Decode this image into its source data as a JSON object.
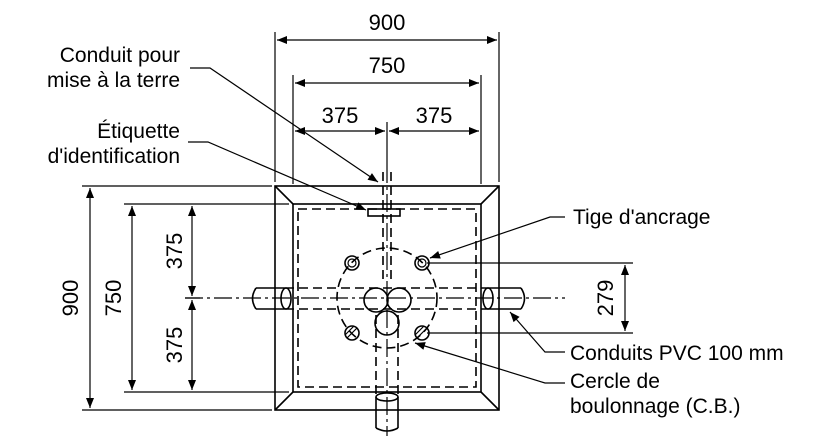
{
  "dimensions": {
    "overall_width": "900",
    "inner_width": "750",
    "left_half": "375",
    "right_half": "375",
    "overall_height": "900",
    "inner_height": "750",
    "upper_half": "375",
    "lower_half": "375",
    "bolt_offset": "279"
  },
  "labels": {
    "grounding_conduit_line1": "Conduit pour",
    "grounding_conduit_line2": "mise à la terre",
    "id_tag_line1": "Étiquette",
    "id_tag_line2": "d'identification",
    "anchor_rod": "Tige d'ancrage",
    "pvc_conduits": "Conduits PVC 100 mm",
    "bolt_circle_line1": "Cercle de",
    "bolt_circle_line2": "boulonnage (C.B.)"
  },
  "colors": {
    "ink": "#000000",
    "background": "#ffffff"
  }
}
